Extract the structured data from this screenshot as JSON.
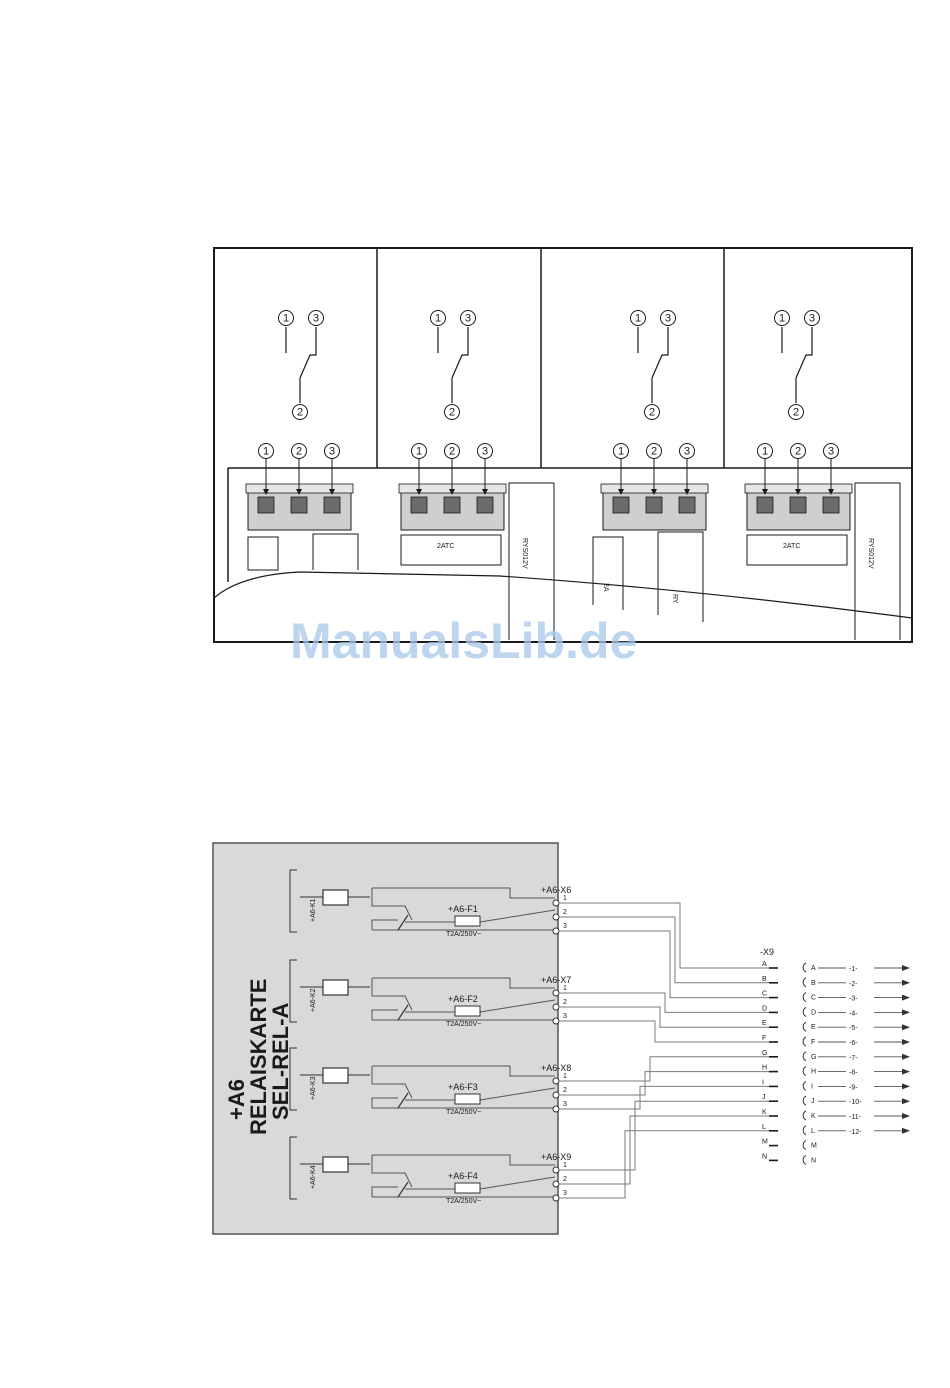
{
  "watermark": "ManualsLib.de",
  "top_figure": {
    "panels": [
      {
        "pins": [
          "1",
          "3",
          "2"
        ],
        "socket_pins": [
          "1",
          "2",
          "3"
        ],
        "socket_label": "",
        "relay_label": ""
      },
      {
        "pins": [
          "1",
          "3",
          "2"
        ],
        "socket_pins": [
          "1",
          "2",
          "3"
        ],
        "socket_label": "2ATC",
        "relay_label": "RYS012V"
      },
      {
        "pins": [
          "1",
          "3",
          "2"
        ],
        "socket_pins": [
          "1",
          "2",
          "3"
        ],
        "socket_label": "2A",
        "relay_label": "RY"
      },
      {
        "pins": [
          "1",
          "3",
          "2"
        ],
        "socket_pins": [
          "1",
          "2",
          "3"
        ],
        "socket_label": "2ATC",
        "relay_label": "RYS012V"
      }
    ]
  },
  "bottom_figure": {
    "card_title": [
      "+A6",
      "RELAISKARTE",
      "SEL-REL-A"
    ],
    "relays": [
      "+A6-K1",
      "+A6-K2",
      "+A6-K3",
      "+A6-K4"
    ],
    "fuses": [
      "+A6-F1",
      "+A6-F2",
      "+A6-F3",
      "+A6-F4"
    ],
    "fuse_rating": "T2A/250V~",
    "connectors": [
      "+A6-X6",
      "+A6-X7",
      "+A6-X8",
      "+A6-X9"
    ],
    "terminals": [
      "1",
      "2",
      "3"
    ],
    "x9_label": "-X9",
    "x9_pins": [
      "A",
      "B",
      "C",
      "D",
      "E",
      "F",
      "G",
      "H",
      "I",
      "J",
      "K",
      "L",
      "M",
      "N"
    ],
    "wire_numbers": [
      "-1-",
      "-2-",
      "-3-",
      "-4-",
      "-5-",
      "-6-",
      "-7-",
      "-8-",
      "-9-",
      "-10-",
      "-11-",
      "-12-"
    ]
  }
}
